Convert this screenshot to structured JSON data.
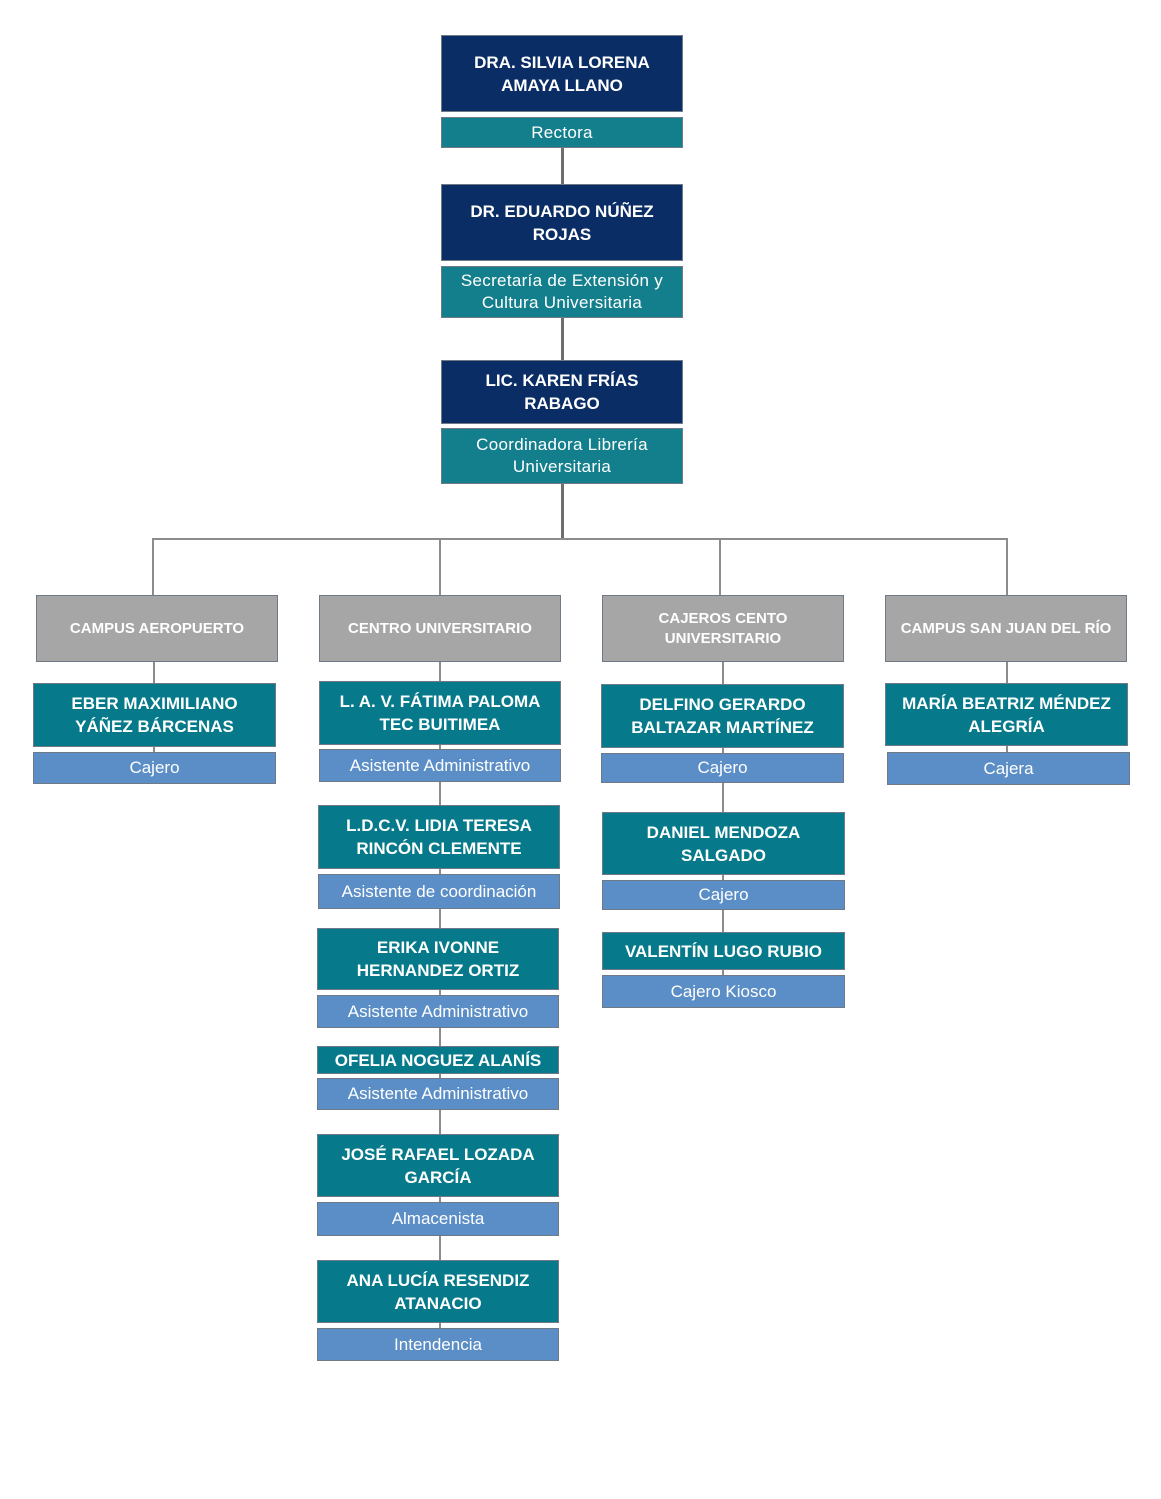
{
  "leadership": [
    {
      "name": "DRA. SILVIA LORENA AMAYA LLANO",
      "role": "Rectora"
    },
    {
      "name": "DR. EDUARDO NÚÑEZ ROJAS",
      "role": "Secretaría de Extensión y Cultura Universitaria"
    },
    {
      "name": "LIC. KAREN FRÍAS RABAGO",
      "role": "Coordinadora Librería Universitaria"
    }
  ],
  "departments": [
    {
      "title": "CAMPUS AEROPUERTO",
      "staff": [
        {
          "name": "EBER MAXIMILIANO YÁÑEZ BÁRCENAS",
          "role": "Cajero"
        }
      ]
    },
    {
      "title": "CENTRO UNIVERSITARIO",
      "staff": [
        {
          "name": "L. A. V. FÁTIMA PALOMA TEC BUITIMEA",
          "role": "Asistente Administrativo"
        },
        {
          "name": "L.D.C.V. LIDIA TERESA RINCÓN CLEMENTE",
          "role": "Asistente de coordinación"
        },
        {
          "name": "ERIKA IVONNE HERNANDEZ ORTIZ",
          "role": "Asistente Administrativo"
        },
        {
          "name": "OFELIA NOGUEZ ALANÍS",
          "role": "Asistente Administrativo"
        },
        {
          "name": "JOSÉ RAFAEL LOZADA GARCÍA",
          "role": "Almacenista"
        },
        {
          "name": "ANA LUCÍA RESENDIZ ATANACIO",
          "role": "Intendencia"
        }
      ]
    },
    {
      "title": "CAJEROS CENTO UNIVERSITARIO",
      "staff": [
        {
          "name": "DELFINO GERARDO BALTAZAR MARTÍNEZ",
          "role": "Cajero"
        },
        {
          "name": "DANIEL MENDOZA SALGADO",
          "role": "Cajero"
        },
        {
          "name": "VALENTÍN LUGO RUBIO",
          "role": "Cajero Kiosco"
        }
      ]
    },
    {
      "title": "CAMPUS SAN JUAN DEL RÍO",
      "staff": [
        {
          "name": "MARÍA BEATRIZ MÉNDEZ ALEGRÍA",
          "role": "Cajera"
        }
      ]
    }
  ]
}
